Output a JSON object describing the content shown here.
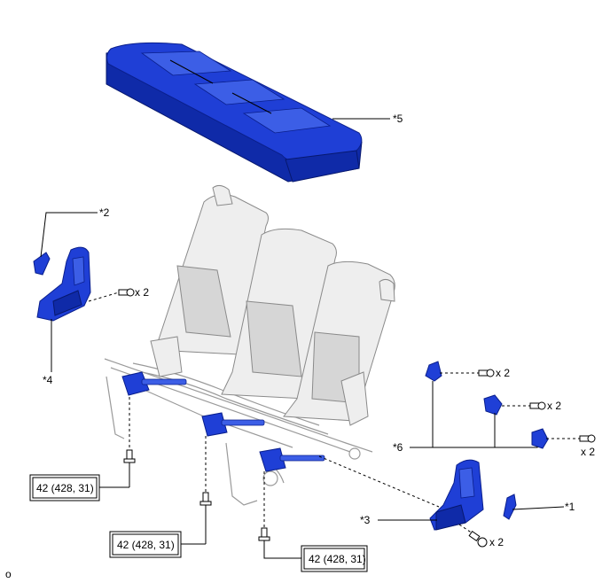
{
  "labels": {
    "p1": "*1",
    "p2": "*2",
    "p3": "*3",
    "p4": "*4",
    "p5": "*5",
    "p6": "*6"
  },
  "quantities": {
    "q_p4_bolt": "x 2",
    "q_p6_a": "x 2",
    "q_p6_b": "x 2",
    "q_p6_c": "x 2",
    "q_p3_bolt": "x 2"
  },
  "torque": {
    "left": "42 (428, 31)",
    "middle": "42 (428, 31)",
    "right": "42 (428, 31)"
  },
  "footer": {
    "code": "o"
  },
  "colors": {
    "part_blue": "#1f3fd6",
    "seat_gray": "#eeeeee"
  }
}
